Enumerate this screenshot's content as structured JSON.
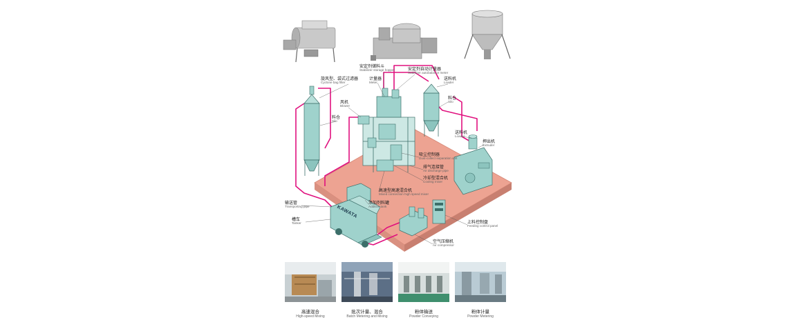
{
  "colors": {
    "pipe": "#e0107e",
    "floor": "#eda392",
    "floor_edge": "#d58574",
    "machine": "#9fd2cc",
    "machine_dark": "#3c6f6a",
    "machine_grey": "#b9b9b9"
  },
  "labels": {
    "stabilizer_hopper": {
      "cn": "安定剂储料斗",
      "en": "Stabilizer storage hopper"
    },
    "stabilizer_meter": {
      "cn": "安定剂自动计量器",
      "en": "Stabilizer autobalance meter"
    },
    "meter": {
      "cn": "计量器",
      "en": "Meter"
    },
    "cyclone_filter": {
      "cn": "旋风型、袋式过滤器",
      "en": "Cyclone bag filter"
    },
    "blower": {
      "cn": "风机",
      "en": "Blower"
    },
    "silo_left": {
      "cn": "料仓",
      "en": "Silo"
    },
    "loader_top": {
      "cn": "送料机",
      "en": "Loader"
    },
    "silo_right": {
      "cn": "料仓",
      "en": "Silo"
    },
    "loader_right": {
      "cn": "送料机",
      "en": "Loader"
    },
    "extruder": {
      "cn": "押出机",
      "en": "Extruder"
    },
    "dust_removal": {
      "cn": "吸尘控制器",
      "en": "Dust-collect separation unit"
    },
    "discharge_pipe": {
      "cn": "排气连接管",
      "en": "Air discharge pipe"
    },
    "cooling_mixer": {
      "cn": "冷却型混合机",
      "en": "Cooling mixer"
    },
    "high_speed_mixer": {
      "cn": "高速型高速混合机",
      "en": "Mixed connection high speed mixer"
    },
    "additive_tank": {
      "cn": "添加剂料罐",
      "en": "Additive tank"
    },
    "transport_pipe": {
      "cn": "输送管",
      "en": "Transporting pipe"
    },
    "tanker": {
      "cn": "槽车",
      "en": "Tanker"
    },
    "control_panel": {
      "cn": "上料控制盘",
      "en": "Feeding control panel"
    },
    "air_compressor": {
      "cn": "空气压缩机",
      "en": "Air compressor"
    }
  },
  "tanker_brand": "KAWATA",
  "photos": [
    {
      "cn": "高速混合",
      "en": "High-speed Mixing"
    },
    {
      "cn": "批次计量、混合",
      "en": "Batch Metering and Mixing"
    },
    {
      "cn": "粉体输送",
      "en": "Powder Conveying"
    },
    {
      "cn": "粉体计量",
      "en": "Powder Metering"
    }
  ]
}
